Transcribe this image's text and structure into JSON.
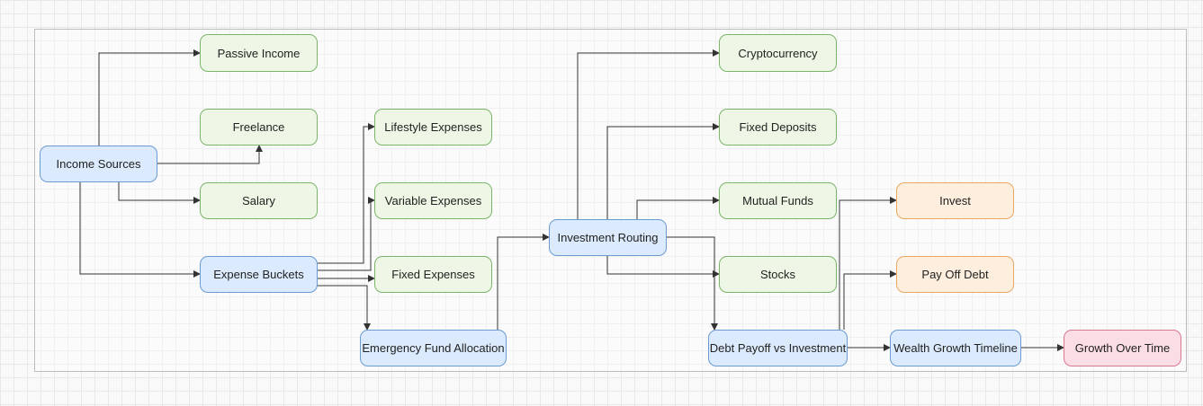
{
  "diagram": {
    "nodes": {
      "income_sources": "Income Sources",
      "passive_income": "Passive Income",
      "freelance": "Freelance",
      "salary": "Salary",
      "expense_buckets": "Expense Buckets",
      "lifestyle_expenses": "Lifestyle Expenses",
      "variable_expenses": "Variable Expenses",
      "fixed_expenses": "Fixed Expenses",
      "emergency_fund": "Emergency Fund Allocation",
      "investment_routing": "Investment Routing",
      "cryptocurrency": "Cryptocurrency",
      "fixed_deposits": "Fixed Deposits",
      "mutual_funds": "Mutual Funds",
      "stocks": "Stocks",
      "debt_vs_investment": "Debt Payoff vs Investment",
      "invest": "Invest",
      "pay_off_debt": "Pay Off Debt",
      "wealth_timeline": "Wealth Growth Timeline",
      "growth_over_time": "Growth Over Time"
    },
    "colors": {
      "process": "#dbeafc",
      "leaf": "#eef7e5",
      "decision_outcome": "#fdeedd",
      "result": "#fbdde5",
      "edge": "#333333"
    }
  }
}
